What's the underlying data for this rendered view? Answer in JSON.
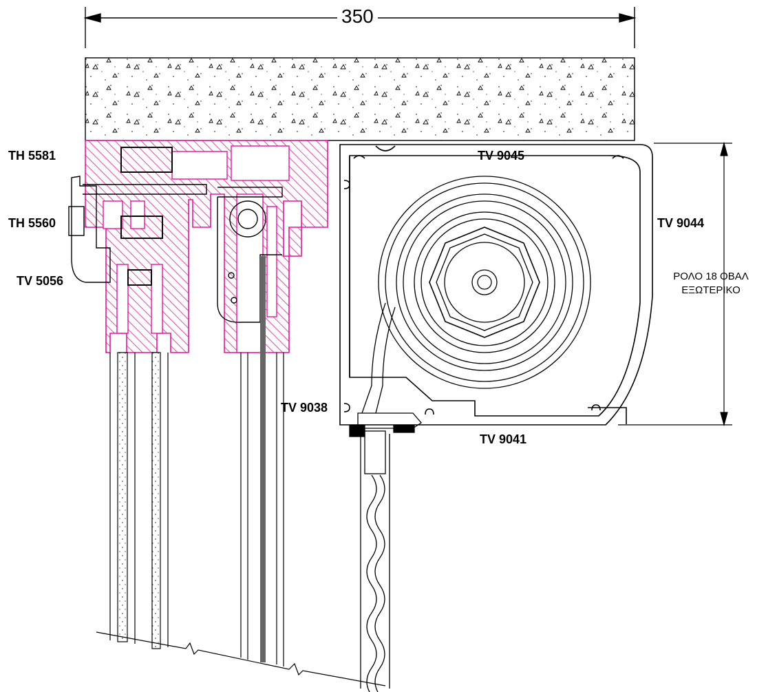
{
  "dimension": {
    "width_label": "350"
  },
  "labels": {
    "th5581": "TH 5581",
    "th5560": "TH 5560",
    "tv5056": "TV 5056",
    "tv9045": "TV 9045",
    "tv9044": "TV 9044",
    "tv9038": "TV 9038",
    "tv9041": "TV 9041"
  },
  "note": {
    "line1": "ΡΟΛΟ 18 ΟΒΑΛ",
    "line2": "ΕΞΩΤΕΡΙΚΟ"
  },
  "colors": {
    "hatch": "#e0169b",
    "line": "#000000",
    "background": "#ffffff"
  }
}
